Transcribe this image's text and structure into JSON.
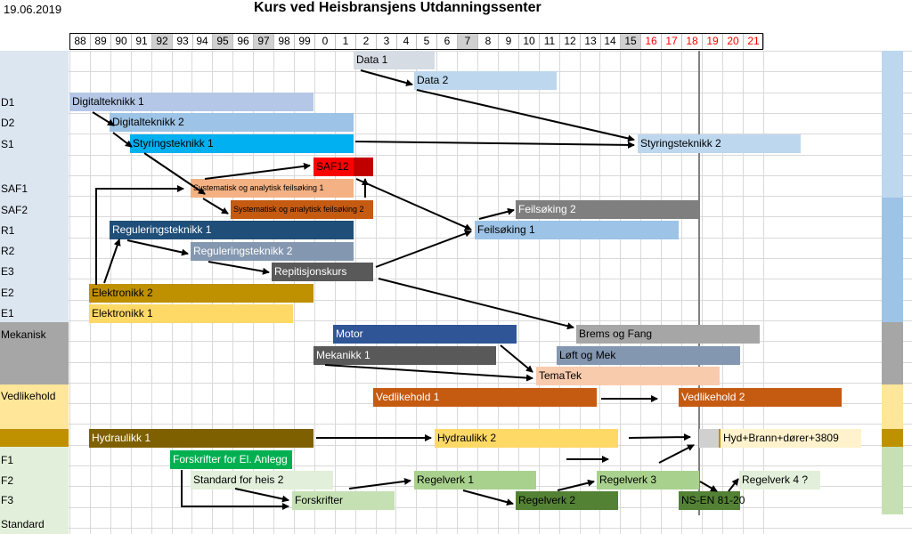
{
  "header": {
    "date": "19.06.2019",
    "title": "Kurs ved Heisbransjens Utdanningssenter"
  },
  "years": [
    "88",
    "89",
    "90",
    "91",
    "92",
    "93",
    "94",
    "95",
    "96",
    "97",
    "98",
    "99",
    "0",
    "1",
    "2",
    "3",
    "4",
    "5",
    "6",
    "7",
    "8",
    "9",
    "10",
    "11",
    "12",
    "13",
    "14",
    "15",
    "16",
    "17",
    "18",
    "19",
    "20",
    "21"
  ],
  "row_labels": [
    "D1",
    "D2",
    "S1",
    "SAF1",
    "SAF2",
    "R1",
    "R2",
    "E3",
    "E2",
    "E1",
    "Mekanisk",
    "Vedlikehold",
    "F1",
    "F2",
    "F3",
    "Standard"
  ],
  "bars": {
    "data1": "Data 1",
    "data2": "Data 2",
    "digital1": "Digitalteknikk 1",
    "digital2": "Digitalteknikk 2",
    "styring1": "Styringsteknikk 1",
    "styring2": "Styringsteknikk 2",
    "saf12": "SAF12",
    "saf1": "Systematisk og analytisk feilsøking 1",
    "saf2": "Systematisk og analytisk feilsøking 2",
    "feil2": "Feilsøking 2",
    "feil1": "Feilsøking 1",
    "reg1": "Reguleringsteknikk 1",
    "reg2": "Reguleringsteknikk 2",
    "repetisjon": "Repitisjonskurs",
    "elek2": "Elektronikk 2",
    "elek1": "Elektronikk 1",
    "motor": "Motor",
    "brems": "Brems og Fang",
    "mek1": "Mekanikk 1",
    "loft": "Løft og Mek",
    "tematek": "TemaTek",
    "vedl1": "Vedlikehold 1",
    "vedl2": "Vedlikehold 2",
    "hyd1": "Hydraulikk 1",
    "hyd2": "Hydraulikk 2",
    "hydbrann": "Hyd+Brann+dører+3809",
    "forskrifter_el": "Forskrifter for El. Anlegg",
    "standard_heis": "Standard for heis 2",
    "regelverk1": "Regelverk 1",
    "regelverk3": "Regelverk 3",
    "regelverk4": "Regelverk 4 ?",
    "forskrifter": "Forskrifter",
    "regelverk2": "Regelverk 2",
    "nsen": "NS-EN 81-20"
  },
  "colors": {
    "future_year_text": "#ff0000",
    "shaded_year": "#d0d0d0"
  }
}
